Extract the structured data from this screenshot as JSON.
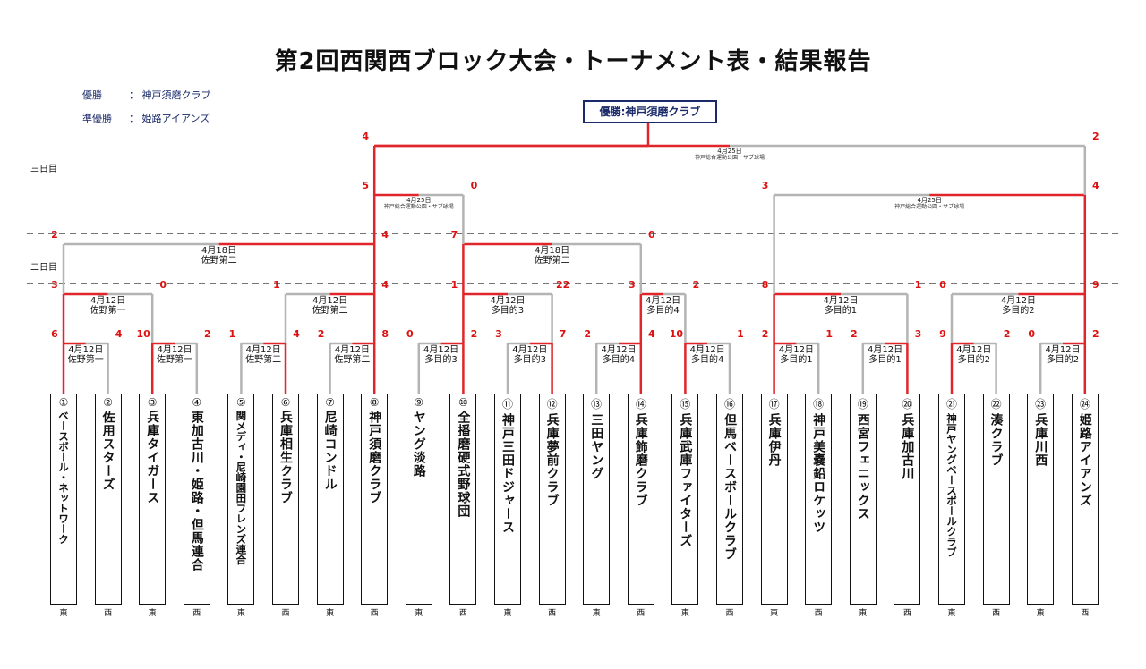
{
  "title": "第2回西関西ブロック大会・トーナメント表・結果報告",
  "winner": {
    "label": "優勝",
    "sep": "：",
    "team": "神戸須磨クラブ"
  },
  "runner_up": {
    "label": "準優勝",
    "sep": "：",
    "team": "姫路アイアンズ"
  },
  "champion_box": "優勝:神戸須磨クラブ",
  "day_labels": {
    "day3": "三日目",
    "day2": "二日目"
  },
  "teams": [
    {
      "num": "①",
      "name": "ベースボール・ネットワーク",
      "side": "東"
    },
    {
      "num": "②",
      "name": "佐用スターズ",
      "side": "西"
    },
    {
      "num": "③",
      "name": "兵庫タイガース",
      "side": "東"
    },
    {
      "num": "④",
      "name": "東加古川・姫路・但馬連合",
      "side": "西"
    },
    {
      "num": "⑤",
      "name": "関メディ・尼崎園田フレンズ連合",
      "side": "東"
    },
    {
      "num": "⑥",
      "name": "兵庫相生クラブ",
      "side": "西"
    },
    {
      "num": "⑦",
      "name": "尼崎コンドル",
      "side": "東"
    },
    {
      "num": "⑧",
      "name": "神戸須磨クラブ",
      "side": "西"
    },
    {
      "num": "⑨",
      "name": "ヤング淡路",
      "side": "東"
    },
    {
      "num": "⑩",
      "name": "全播磨硬式野球団",
      "side": "西"
    },
    {
      "num": "⑪",
      "name": "神戸三田ドジャース",
      "side": "東"
    },
    {
      "num": "⑫",
      "name": "兵庫夢前クラブ",
      "side": "西"
    },
    {
      "num": "⑬",
      "name": "三田ヤング",
      "side": "東"
    },
    {
      "num": "⑭",
      "name": "兵庫飾磨クラブ",
      "side": "西"
    },
    {
      "num": "⑮",
      "name": "兵庫武庫ファイターズ",
      "side": "東"
    },
    {
      "num": "⑯",
      "name": "但馬ベースボールクラブ",
      "side": "西"
    },
    {
      "num": "⑰",
      "name": "兵庫伊丹",
      "side": "東"
    },
    {
      "num": "⑱",
      "name": "神戸美嚢鉛ロケッツ",
      "side": "西"
    },
    {
      "num": "⑲",
      "name": "西宮フェニックス",
      "side": "東"
    },
    {
      "num": "⑳",
      "name": "兵庫加古川",
      "side": "西"
    },
    {
      "num": "㉑",
      "name": "神戸ヤングベースボールクラブ",
      "side": "東"
    },
    {
      "num": "㉒",
      "name": "湊クラブ",
      "side": "西"
    },
    {
      "num": "㉓",
      "name": "兵庫川西",
      "side": "東"
    },
    {
      "num": "㉔",
      "name": "姫路アイアンズ",
      "side": "西"
    }
  ],
  "round1": [
    {
      "date": "4月12日",
      "venue": "佐野第一",
      "scores": [
        "6",
        "4"
      ],
      "winner": 0
    },
    {
      "date": "4月12日",
      "venue": "佐野第一",
      "scores": [
        "10",
        "2"
      ],
      "winner": 0
    },
    {
      "date": "4月12日",
      "venue": "佐野第二",
      "scores": [
        "1",
        "4"
      ],
      "winner": 1
    },
    {
      "date": "4月12日",
      "venue": "佐野第二",
      "scores": [
        "2",
        "8"
      ],
      "winner": 1
    },
    {
      "date": "4月12日",
      "venue": "多目的3",
      "scores": [
        "0",
        "2"
      ],
      "winner": 1
    },
    {
      "date": "4月12日",
      "venue": "多目的3",
      "scores": [
        "3",
        "7"
      ],
      "winner": 1
    },
    {
      "date": "4月12日",
      "venue": "多目的4",
      "scores": [
        "2",
        "4"
      ],
      "winner": 1
    },
    {
      "date": "4月12日",
      "venue": "多目的4",
      "scores": [
        "10",
        "1"
      ],
      "winner": 0
    },
    {
      "date": "4月12日",
      "venue": "多目的1",
      "scores": [
        "2",
        "1"
      ],
      "winner": 0
    },
    {
      "date": "4月12日",
      "venue": "多目的1",
      "scores": [
        "2",
        "3"
      ],
      "winner": 1
    },
    {
      "date": "4月12日",
      "venue": "多目的2",
      "scores": [
        "9",
        "2"
      ],
      "winner": 0
    },
    {
      "date": "4月12日",
      "venue": "多目的2",
      "scores": [
        "0",
        "2"
      ],
      "winner": 1
    }
  ],
  "round2": [
    {
      "date": "4月12日",
      "venue": "佐野第一",
      "scores": [
        "3",
        "0"
      ],
      "winner": 0
    },
    {
      "date": "4月12日",
      "venue": "佐野第二",
      "scores": [
        "1",
        "4"
      ],
      "winner": 1
    },
    {
      "date": "4月12日",
      "venue": "多目的3",
      "scores": [
        "1",
        "22"
      ],
      "winner": 0
    },
    {
      "date": "4月12日",
      "venue": "多目的4",
      "scores": [
        "3",
        "2"
      ],
      "winner": 0
    },
    {
      "date": "4月12日",
      "venue": "多目的1",
      "scores": [
        "8",
        "1"
      ],
      "winner": 0
    },
    {
      "date": "4月12日",
      "venue": "多目的2",
      "scores": [
        "0",
        "9"
      ],
      "winner": 1
    }
  ],
  "round3": [
    {
      "date": "4月18日",
      "venue": "佐野第二",
      "scores": [
        "2",
        "4"
      ],
      "winner": 1
    },
    {
      "date": "4月18日",
      "venue": "佐野第二",
      "scores": [
        "7",
        "0"
      ],
      "winner": 0
    }
  ],
  "semis": [
    {
      "date": "4月25日",
      "venue": "神戸総合運動公園・サブ球場",
      "scores": [
        "5",
        "0"
      ],
      "winner": 0
    },
    {
      "date": "4月25日",
      "venue": "神戸総合運動公園・サブ球場",
      "scores": [
        "3",
        "4"
      ],
      "winner": 1
    }
  ],
  "final": {
    "date": "4月25日",
    "venue": "神戸総合運動公園・サブ球場",
    "scores": [
      "4",
      "2"
    ],
    "winner": 0
  },
  "colors": {
    "win": "#e0262a",
    "lose": "#b4b4b4",
    "border": "#111111",
    "accent": "#1a2a6a"
  }
}
